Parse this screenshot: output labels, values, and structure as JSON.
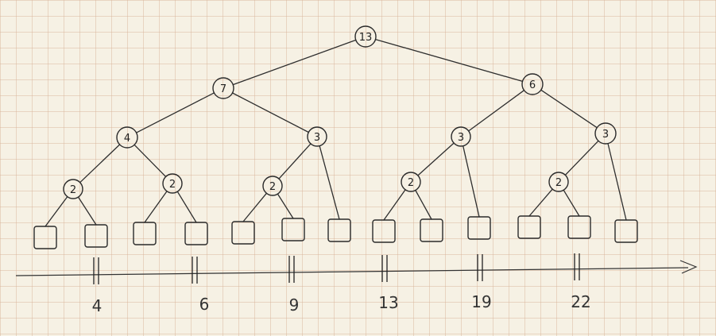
{
  "tree": {
    "nodes": [
      {
        "id": "root",
        "label": "13"
      },
      {
        "id": "L",
        "label": "7"
      },
      {
        "id": "R",
        "label": "6"
      },
      {
        "id": "LL",
        "label": "4"
      },
      {
        "id": "LR",
        "label": "3"
      },
      {
        "id": "RL",
        "label": "3"
      },
      {
        "id": "RR",
        "label": "3"
      },
      {
        "id": "LLL",
        "label": "2"
      },
      {
        "id": "LLR",
        "label": "2"
      },
      {
        "id": "LRL",
        "label": "2"
      },
      {
        "id": "RLL",
        "label": "2"
      },
      {
        "id": "RRL",
        "label": "2"
      }
    ],
    "leaf_count": 13
  },
  "axis": {
    "labels": [
      "4",
      "6",
      "9",
      "13",
      "19",
      "22"
    ]
  }
}
